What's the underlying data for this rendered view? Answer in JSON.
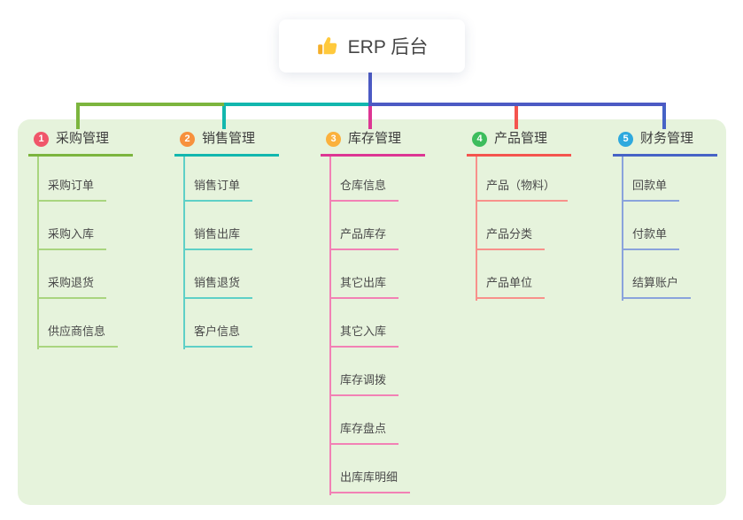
{
  "root": {
    "title": "ERP 后台",
    "icon": "thumbs-up"
  },
  "panel_bg": "#E6F3DC",
  "connector": {
    "root_color": "#4C5AC4"
  },
  "branches": [
    {
      "num": "1",
      "label": "采购管理",
      "color": "#7CB53E",
      "light_color": "#A9D57F",
      "badge_color": "#F0566A",
      "children": [
        "采购订单",
        "采购入库",
        "采购退货",
        "供应商信息"
      ]
    },
    {
      "num": "2",
      "label": "销售管理",
      "color": "#12B7AE",
      "light_color": "#5ED0C7",
      "badge_color": "#F7913D",
      "children": [
        "销售订单",
        "销售出库",
        "销售退货",
        "客户信息"
      ]
    },
    {
      "num": "3",
      "label": "库存管理",
      "color": "#DD3693",
      "light_color": "#F281B5",
      "badge_color": "#FBB13D",
      "children": [
        "仓库信息",
        "产品库存",
        "其它出库",
        "其它入库",
        "库存调拨",
        "库存盘点",
        "出库库明细"
      ]
    },
    {
      "num": "4",
      "label": "产品管理",
      "color": "#F4544E",
      "light_color": "#F8918B",
      "badge_color": "#3DBD5D",
      "children": [
        "产品（物料）",
        "产品分类",
        "产品单位"
      ]
    },
    {
      "num": "5",
      "label": "财务管理",
      "color": "#4663C6",
      "light_color": "#8AA3DC",
      "badge_color": "#2EA9DE",
      "children": [
        "回款单",
        "付款单",
        "结算账户"
      ]
    }
  ]
}
